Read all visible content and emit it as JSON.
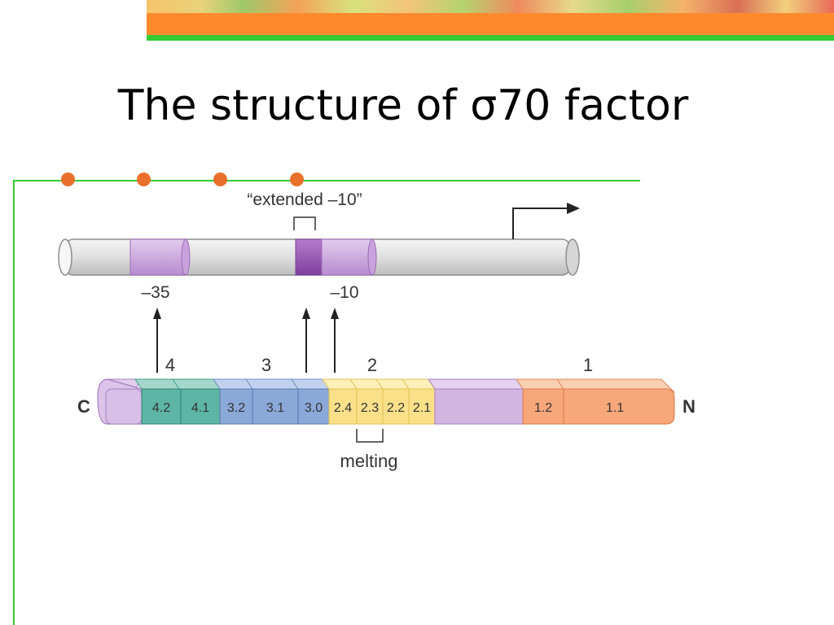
{
  "title": "The structure of σ70 factor",
  "colors": {
    "accent_orange": "#ff8a2e",
    "accent_green": "#33cc33",
    "bullet": "#e8702a",
    "region4": "#5db5a5",
    "region3": "#8aa8d8",
    "region2": "#fbe08a",
    "region1": "#f7a77a",
    "linker": "#d4b5e2",
    "promoter_element": "#c9a2dd"
  },
  "diagram": {
    "extended_label": "“extended –10”",
    "minus35_label": "–35",
    "minus10_label": "–10",
    "c_label": "C",
    "n_label": "N",
    "melting_label": "melting",
    "region_numbers": [
      "4",
      "3",
      "2",
      "1"
    ],
    "segments": [
      "4.2",
      "4.1",
      "3.2",
      "3.1",
      "3.0",
      "2.4",
      "2.3",
      "2.2",
      "2.1",
      "1.2",
      "1.1"
    ]
  }
}
